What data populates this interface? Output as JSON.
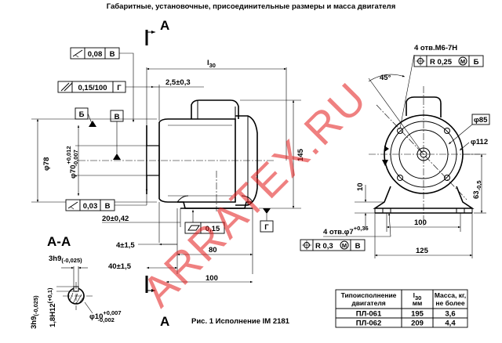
{
  "title": "Габаритные, установочные, присоединительные размеры и масса двигателя",
  "section_labels": {
    "top": "А",
    "bottom": "А",
    "section": "А-А"
  },
  "tolerance_frames": {
    "runout_b": {
      "value": "0,08",
      "datum": "В"
    },
    "parallel_g": {
      "value": "0,15/100",
      "datum": "Г"
    },
    "runout_b2": {
      "value": "0,03",
      "datum": "В"
    },
    "flatness": {
      "value": "0,15"
    },
    "position_b": {
      "value": "R 0,25",
      "modifier": "М",
      "datum": "Б"
    },
    "position_v": {
      "value": "R 0,3",
      "modifier": "М",
      "datum": "В"
    }
  },
  "datum_labels": {
    "b": "Б",
    "v": "В",
    "g": "Г"
  },
  "dimensions": {
    "l30": "l",
    "l30_sub": "30",
    "d_2_5": "2,5±0,3",
    "d_78": "φ78",
    "d_70": "φ70",
    "d_70_upper": "+0,012",
    "d_70_lower": "-0,007",
    "d_145": "145",
    "d_20": "20±0,42",
    "d_4": "4±1,5",
    "d_40": "40±1,5",
    "d_80": "80",
    "d_100_bottom": "100",
    "d_3h9": "3h9",
    "d_3h9_tol": "(-0,025)",
    "d_3h9_v": "3h9",
    "d_3h9_v_tol": "(-0,025)",
    "d_1_8": "1,8H12",
    "d_1_8_tol": "(+0,1)",
    "d_10": "φ10",
    "d_10_upper": "+0,007",
    "d_10_lower": "-0,002",
    "holes_m6": "4 отв.М6-7Н",
    "angle_45": "45°",
    "d_85": "φ85",
    "d_112": "φ112",
    "d_10_side": "10",
    "d_63": "63",
    "d_63_tol": "-0,5",
    "d_100_side": "100",
    "holes_7": "4 отв.φ7",
    "holes_7_tol": "+0,36",
    "d_125": "125"
  },
  "caption": "Рис. 1 Исполнение IM 2181",
  "watermark": "ARRATEX.RU",
  "table": {
    "headers": [
      {
        "lines": [
          "Типоисполнение",
          "двигателя"
        ]
      },
      {
        "lines": [
          "l",
          "мм"
        ],
        "sub": "30"
      },
      {
        "lines": [
          "Масса, кг,",
          "не более"
        ]
      }
    ],
    "rows": [
      [
        "ПЛ-061",
        "195",
        "3,6"
      ],
      [
        "ПЛ-062",
        "209",
        "4,4"
      ]
    ]
  }
}
